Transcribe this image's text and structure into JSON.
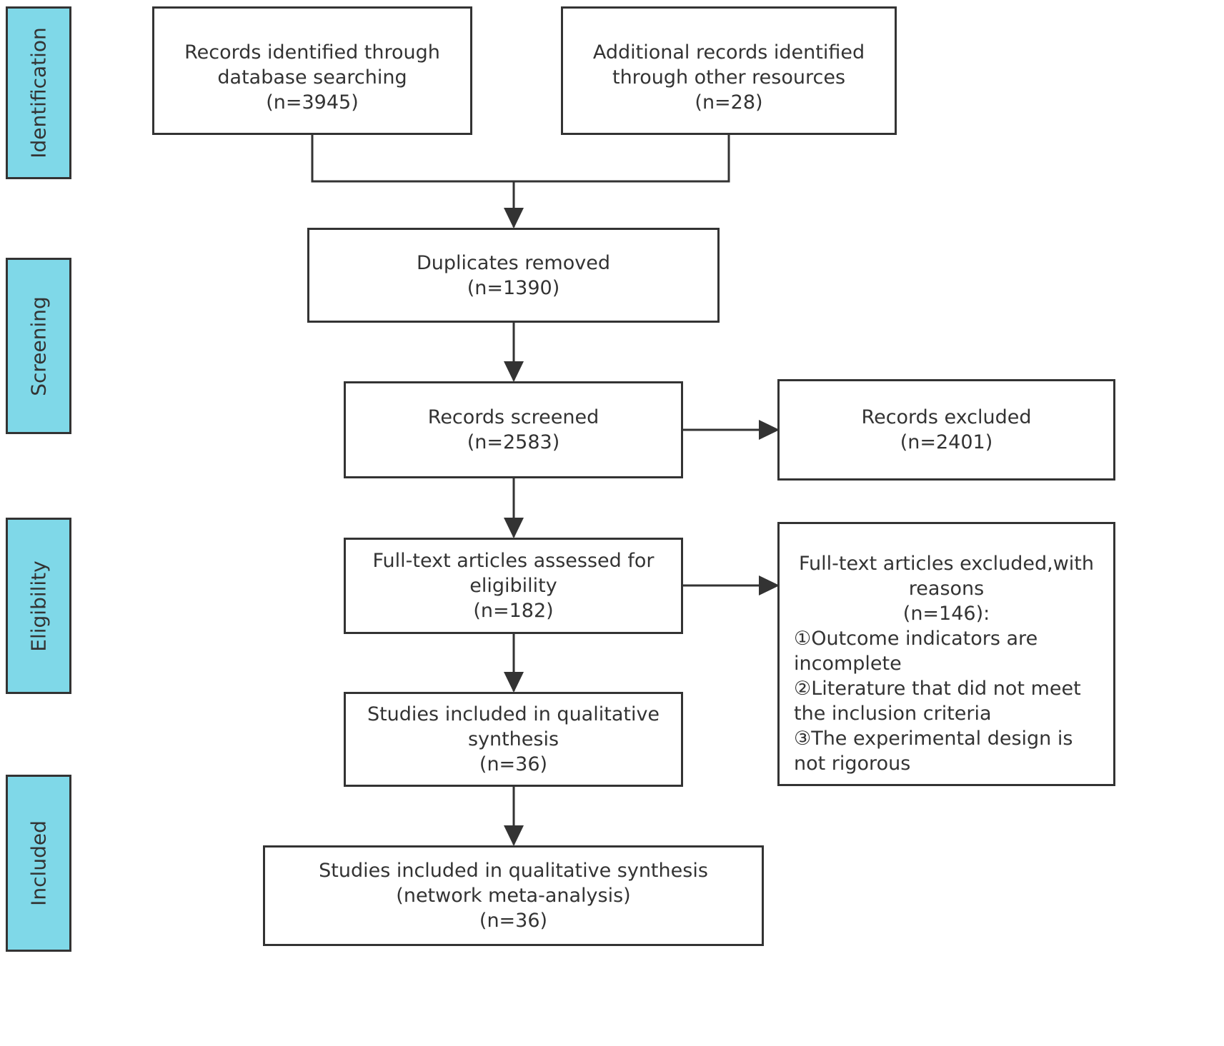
{
  "stages": {
    "identification": "Identification",
    "screening": "Screening",
    "eligibility": "Eligibility",
    "included": "Included"
  },
  "boxes": {
    "db_search": {
      "lines": [
        "Records identified through",
        "database searching"
      ],
      "count": "(n=3945)"
    },
    "other_sources": {
      "lines": [
        "Additional records identified",
        "through other resources"
      ],
      "count": "(n=28)"
    },
    "duplicates": {
      "lines": [
        "Duplicates removed"
      ],
      "count": "(n=1390)"
    },
    "screened": {
      "lines": [
        "Records screened"
      ],
      "count": "(n=2583)"
    },
    "excluded": {
      "lines": [
        "Records excluded"
      ],
      "count": "(n=2401)"
    },
    "fulltext": {
      "lines": [
        "Full-text articles assessed for",
        "eligibility"
      ],
      "count": "(n=182)"
    },
    "fulltext_excluded": {
      "lines": [
        "Full-text articles excluded,with",
        "reasons"
      ],
      "count": "(n=146):",
      "reasons": [
        "①Outcome indicators are incomplete",
        "②Literature that did not meet the inclusion criteria",
        "③The experimental design is not rigorous"
      ]
    },
    "qualitative": {
      "lines": [
        "Studies included in qualitative",
        "synthesis"
      ],
      "count": "(n=36)"
    },
    "final": {
      "lines": [
        "Studies included in qualitative synthesis",
        "(network meta-analysis)"
      ],
      "count": "(n=36)"
    }
  },
  "colors": {
    "stage_fill": "#7fd8e8",
    "stroke": "#333333",
    "text": "#333333"
  }
}
